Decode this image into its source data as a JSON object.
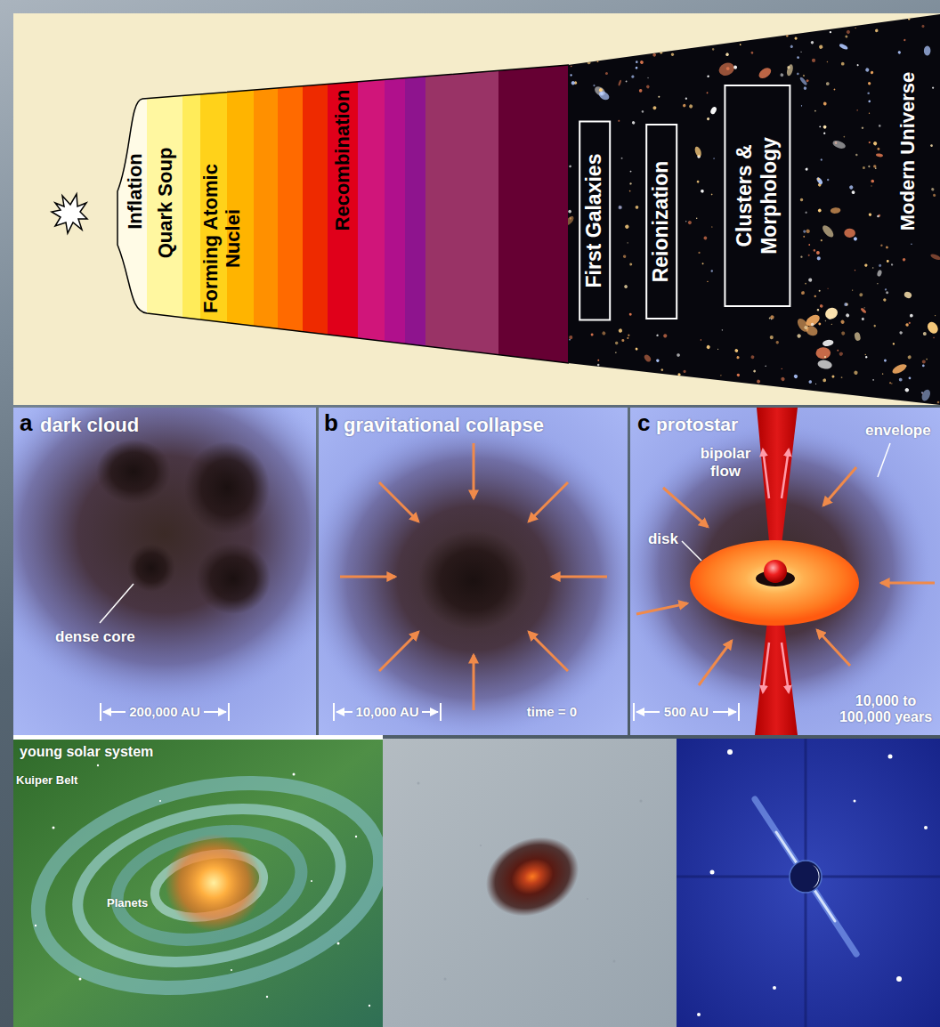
{
  "diagram": {
    "nodes": [
      {
        "text": [
          "First Galaxies"
        ]
      },
      {
        "text": [
          "Reionization"
        ]
      },
      {
        "text": [
          "Clusters & Morphology"
        ]
      }
    ],
    "labels": [
      "Inflation",
      "Quark Soup",
      "Forming Atomic Nuclei",
      "Recombination",
      "Modern Universe",
      "a",
      "dark cloud",
      "dense core",
      "200,000 AU",
      "b",
      "gravitational collapse",
      "10,000 AU",
      "time = 0",
      "c",
      "protostar",
      "bipolar flow",
      "envelope",
      "disk",
      "500 AU",
      "10,000 to 100,000 years",
      "young solar system",
      "Kuiper Belt",
      "Planets"
    ]
  }
}
